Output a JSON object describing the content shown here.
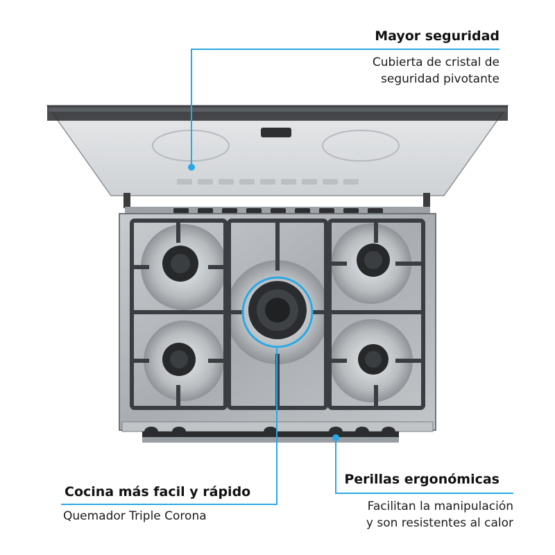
{
  "callouts": {
    "safety": {
      "title": "Mayor seguridad",
      "line1": "Cubierta de cristal de",
      "line2": "seguridad pivotante"
    },
    "burner": {
      "title": "Cocina más facil y rápido",
      "line1": "Quemador Triple Corona"
    },
    "knobs": {
      "title": "Perillas ergonómicas",
      "line1": "Facilitan la manipulación",
      "line2": "y son resistentes al calor"
    }
  },
  "colors": {
    "accent": "#29a8e6",
    "steel": "#b9bcbf",
    "grate": "#3a3d41",
    "glass": "#d4d7da"
  },
  "icons": [
    "gas-range-illustration"
  ]
}
